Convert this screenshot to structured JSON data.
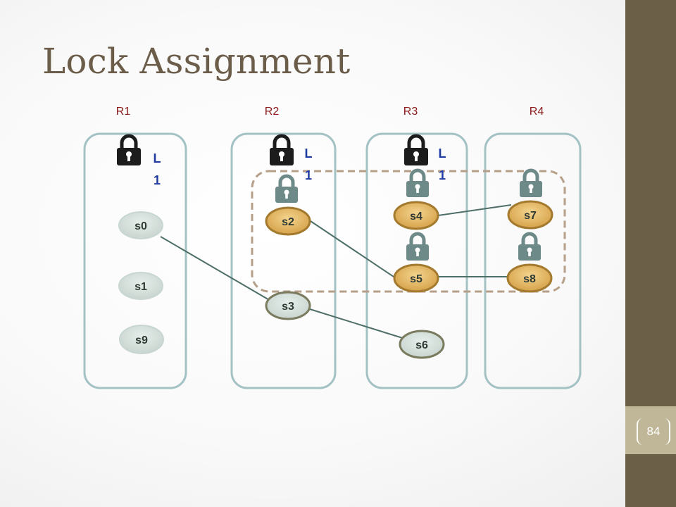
{
  "title": "Lock Assignment",
  "page_number": "84",
  "regions": [
    "R1",
    "R2",
    "R3",
    "R4"
  ],
  "lock_labels": [
    {
      "line1": "L",
      "line2": "1"
    },
    {
      "line1": "L",
      "line2": "1"
    },
    {
      "line1": "L",
      "line2": "1"
    }
  ],
  "nodes": {
    "s0": "s0",
    "s1": "s1",
    "s9": "s9",
    "s2": "s2",
    "s3": "s3",
    "s4": "s4",
    "s5": "s5",
    "s6": "s6",
    "s7": "s7",
    "s8": "s8"
  },
  "colors": {
    "sidebar": "#6b5f47",
    "region_label": "#8b1a1a",
    "lock_label": "#1f3aa0",
    "grey_node": "#d6e0dc",
    "gold_node": "#e0b35a",
    "edge": "#4e6e68"
  },
  "icons": {
    "region_lock": "lock-icon-black",
    "node_lock": "lock-icon-slate"
  }
}
